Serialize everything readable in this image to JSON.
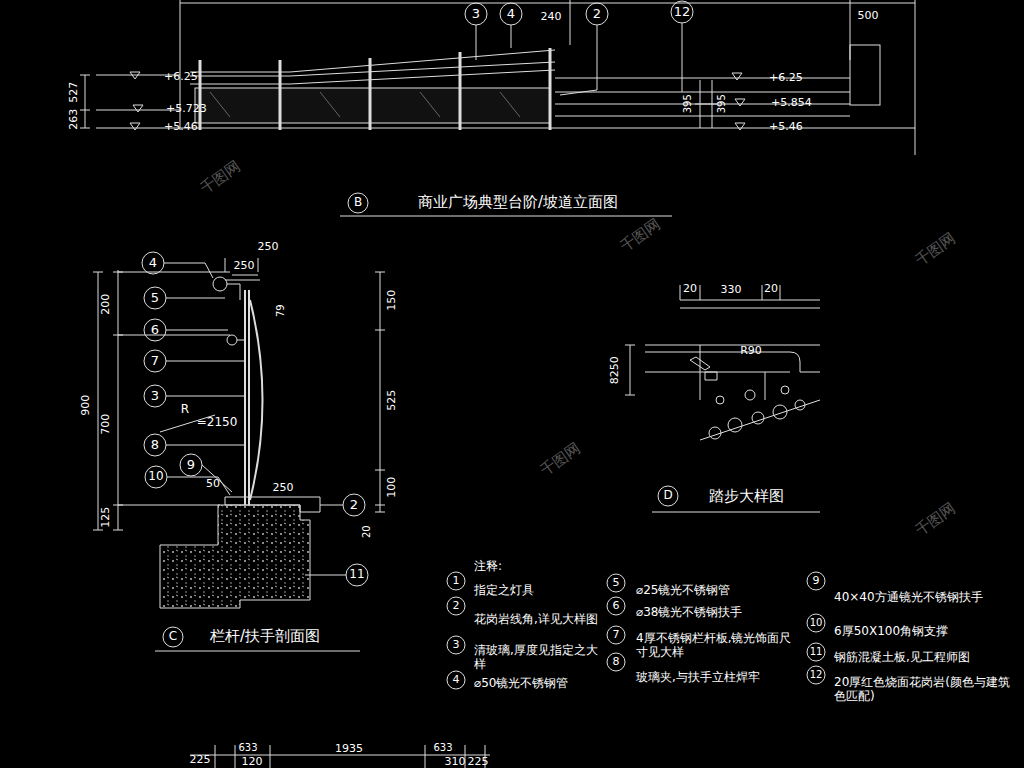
{
  "diagram": {
    "labels": [
      "3",
      "4",
      "240",
      "2",
      "12",
      "500",
      "+6.25",
      "+5.723",
      "+5.46",
      "+6.25",
      "+5.854",
      "+5.46",
      "263",
      "527",
      "395",
      "395",
      "B",
      "商业广场典型台阶/坡道立面图",
      "250",
      "250",
      "4",
      "5",
      "6",
      "7",
      "3",
      "8",
      "10",
      "9",
      "2",
      "11",
      "200",
      "900",
      "700",
      "125",
      "79",
      "150",
      "525",
      "100",
      "20",
      "50",
      "250",
      "R",
      "=2150",
      "C",
      "栏杆/扶手剖面图",
      "20",
      "330",
      "20",
      "R90",
      "8250",
      "D",
      "踏步大样图",
      "注释:",
      "1",
      "指定之灯具",
      "2",
      "花岗岩线角,详见大样图",
      "3",
      "清玻璃,厚度见指定之大样",
      "4",
      "⌀50镜光不锈钢管",
      "5",
      "⌀25镜光不锈钢管",
      "6",
      "⌀38镜光不锈钢扶手",
      "7",
      "4厚不锈钢栏杆板,镜光饰面尺寸见大样",
      "8",
      "玻璃夹,与扶手立柱焊牢",
      "9",
      "40×40方通镜光不锈钢扶手",
      "10",
      "6厚50X100角钢支撑",
      "11",
      "钢筋混凝土板,见工程师图",
      "12",
      "20厚红色烧面花岗岩(颜色与建筑色匹配)",
      "225",
      "120",
      "633",
      "1935",
      "633",
      "310",
      "225",
      "千图网",
      "千图网",
      "千图网",
      "千图网",
      "千图网"
    ]
  }
}
